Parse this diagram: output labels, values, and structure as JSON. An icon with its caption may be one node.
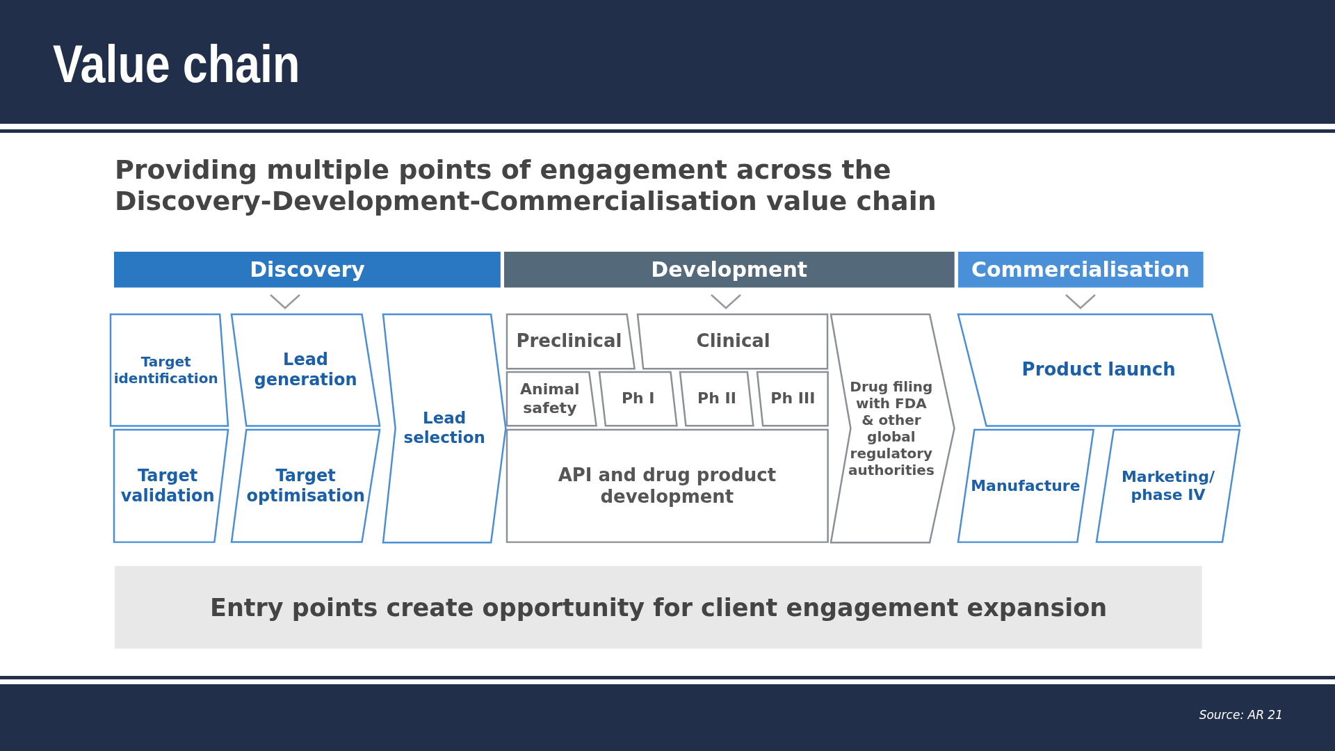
{
  "diagram": {
    "title": "Value chain",
    "nodes": [
      {
        "text": [
          "Discovery"
        ]
      },
      {
        "text": [
          "Development"
        ]
      },
      {
        "text": [
          "Commercialisation"
        ]
      },
      {
        "text": [
          "Target identification"
        ]
      },
      {
        "text": [
          "Lead generation"
        ]
      },
      {
        "text": [
          "Target validation"
        ]
      },
      {
        "text": [
          "Target optimisation"
        ]
      },
      {
        "text": [
          "Lead selection"
        ]
      },
      {
        "text": [
          "Preclinical"
        ]
      },
      {
        "text": [
          "Clinical"
        ]
      },
      {
        "text": [
          "Animal safety"
        ]
      },
      {
        "text": [
          "Ph I"
        ]
      },
      {
        "text": [
          "Ph II"
        ]
      },
      {
        "text": [
          "Ph III"
        ]
      },
      {
        "text": [
          "API and drug product development"
        ]
      },
      {
        "text": [
          "Drug filing with FDA & other global regulatory authorities"
        ]
      },
      {
        "text": [
          "Product launch"
        ]
      },
      {
        "text": [
          "Manufacture"
        ]
      },
      {
        "text": [
          "Marketing/ phase IV"
        ]
      },
      {
        "text": [
          "Entry points create opportunity for client engagement expansion"
        ]
      }
    ],
    "labels": [
      "Providing multiple points of engagement across the Discovery-Development-Commercialisation value chain",
      "Source: AR 21"
    ]
  }
}
